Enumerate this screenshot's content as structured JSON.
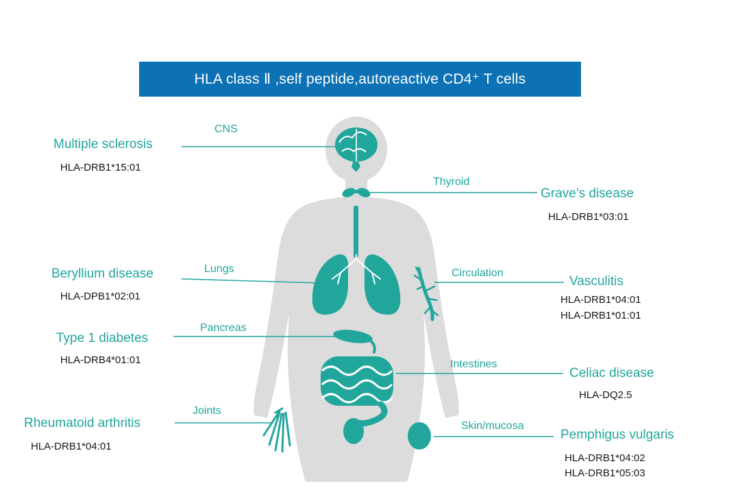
{
  "header": {
    "title": "HLA class Ⅱ ,self peptide,autoreactive CD4⁺ T cells"
  },
  "colors": {
    "accent_teal": "#21a69c",
    "banner_blue": "#0d72b5",
    "body_gray": "#dcdcdc",
    "allele_text": "#161616"
  },
  "annotations": [
    {
      "organ": "CNS",
      "disease": "Multiple sclerosis",
      "alleles": [
        "HLA-DRB1*15:01"
      ]
    },
    {
      "organ": "Thyroid",
      "disease": "Grave’s disease",
      "alleles": [
        "HLA-DRB1*03:01"
      ]
    },
    {
      "organ": "Lungs",
      "disease": "Beryllium disease",
      "alleles": [
        "HLA-DPB1*02:01"
      ]
    },
    {
      "organ": "Circulation",
      "disease": "Vasculitis",
      "alleles": [
        "HLA-DRB1*04:01",
        "HLA-DRB1*01:01"
      ]
    },
    {
      "organ": "Pancreas",
      "disease": "Type 1 diabetes",
      "alleles": [
        "HLA-DRB4*01:01"
      ]
    },
    {
      "organ": "Intestines",
      "disease": "Celiac disease",
      "alleles": [
        "HLA-DQ2.5"
      ]
    },
    {
      "organ": "Joints",
      "disease": "Rheumatoid arthritis",
      "alleles": [
        "HLA-DRB1*04:01"
      ]
    },
    {
      "organ": "Skin/mucosa",
      "disease": "Pemphigus vulgaris",
      "alleles": [
        "HLA-DRB1*04:02",
        "HLA-DRB1*05:03"
      ]
    }
  ]
}
